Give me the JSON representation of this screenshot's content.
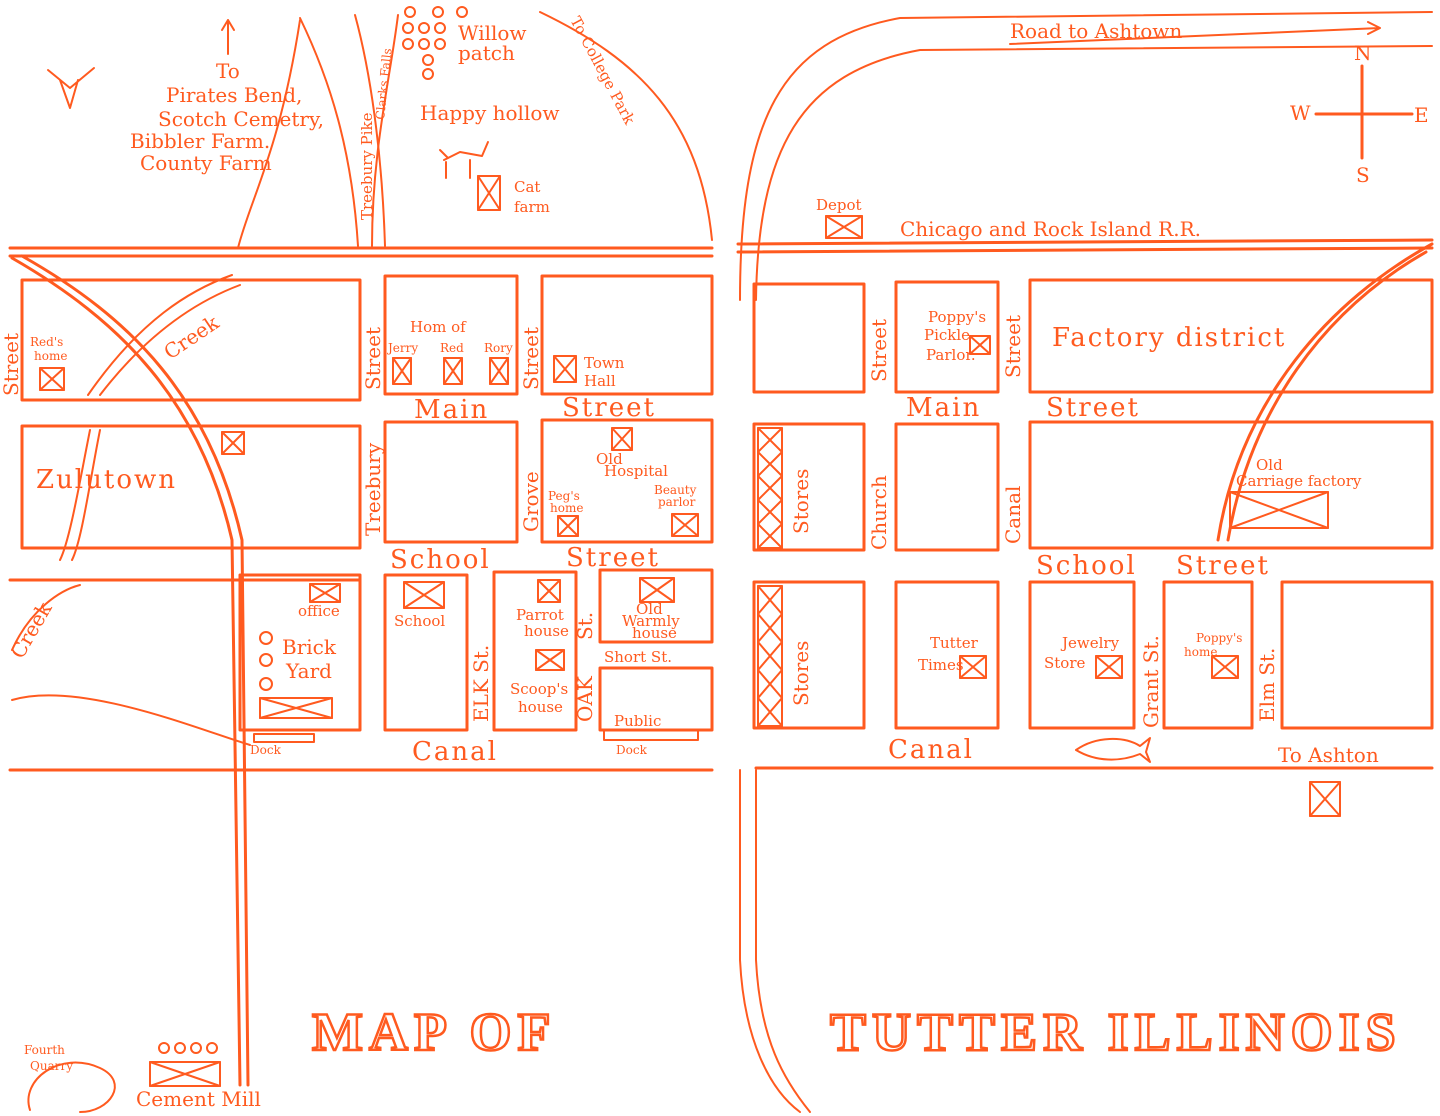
{
  "title": {
    "left": "MAP OF",
    "right": "TUTTER ILLINOIS"
  },
  "colors": {
    "ink": "#ff5a1f",
    "paper": "#ffffff"
  },
  "compass": {
    "n": "N",
    "s": "S",
    "e": "E",
    "w": "W"
  },
  "roads": {
    "to_pirates": [
      "To",
      "Pirates Bend,",
      "Scotch Cemetry,",
      "Bibbler Farm.",
      "County Farm"
    ],
    "treebury_pike": "Treebury Pike",
    "clarks_falls": "Clarks Falls",
    "to_college_park": "To College Park",
    "road_to_ashtown": "Road to Ashtown",
    "railroad": "Chicago and Rock Island R.R.",
    "to_ashton": "To Ashton"
  },
  "places": {
    "willow_patch": [
      "Willow",
      "patch"
    ],
    "happy_hollow": "Happy hollow",
    "cat_farm": [
      "Cat",
      "farm"
    ],
    "depot": "Depot",
    "zulutown": "Zulutown",
    "creek": "Creek",
    "reds_home": [
      "Red's",
      "home"
    ],
    "homes_of": "Hom of",
    "jerry": "Jerry",
    "red": "Red",
    "rory": "Rory",
    "town_hall": [
      "Town",
      "Hall"
    ],
    "old_hospital": [
      "Old",
      "Hospital"
    ],
    "pegs_home": [
      "Peg's",
      "home"
    ],
    "beauty_parlor": [
      "Beauty",
      "parlor"
    ],
    "office": "office",
    "brick_yard": [
      "Brick",
      "Yard"
    ],
    "school": "School",
    "parrot_house": [
      "Parrot",
      "house"
    ],
    "scoops_house": [
      "Scoop's",
      "house"
    ],
    "old_warmly_house": [
      "Old",
      "Warmly",
      "house"
    ],
    "public": "Public",
    "dock": "Dock",
    "poppys_pickle_parlor": [
      "Poppy's",
      "Pickle",
      "Parlor."
    ],
    "factory_district": "Factory district",
    "old_carriage_factory": [
      "Old",
      "Carriage factory"
    ],
    "stores": "Stores",
    "tutter_times": [
      "Tutter",
      "Times"
    ],
    "jewelry_store": [
      "Jewelry",
      "Store"
    ],
    "poppys_home": [
      "Poppy's",
      "home"
    ],
    "fourth_quarry": [
      "Fourth",
      "Quarry"
    ],
    "cement_mill": "Cement Mill"
  },
  "streets": {
    "main": "Main",
    "street": "Street",
    "school": "School",
    "canal": "Canal",
    "treebury": "Treebury",
    "grove": "Grove",
    "elk": "ELK St.",
    "oak": "OAK",
    "st": "St.",
    "short": "Short St.",
    "church": "Church",
    "canal_street": "Canal",
    "grant": "Grant St.",
    "elm": "Elm St."
  }
}
